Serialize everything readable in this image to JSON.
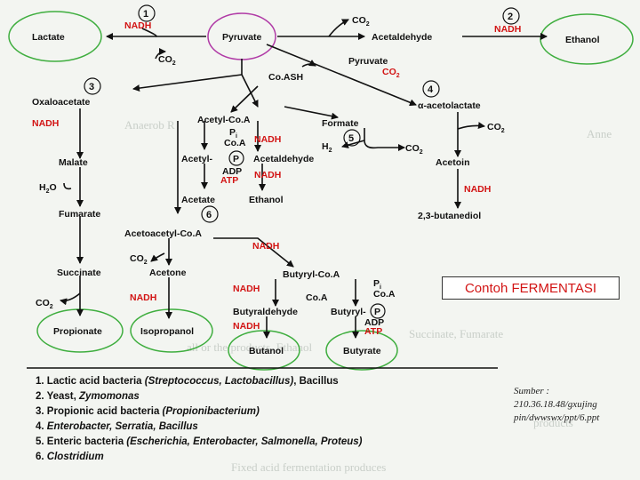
{
  "caption": "Contoh FERMENTASI",
  "source": {
    "line1": "Sumber :",
    "line2": "210.36.18.48/gxujing",
    "line3": "pin/dwwswx/ppt/6.ppt"
  },
  "compounds": {
    "lactate": "Lactate",
    "pyruvate": "Pyruvate",
    "acetaldehyde": "Acetaldehyde",
    "ethanol_top": "Ethanol",
    "coash": "Co.ASH",
    "oxaloacetate": "Oxaloacetate",
    "acetyl_coa": "Acetyl-Co.A",
    "formate": "Formate",
    "acetolactate": "α-acetolactate",
    "malate": "Malate",
    "acetyl_p": "Acetyl-",
    "acetaldehyde2": "Acetaldehyde",
    "acetoin": "Acetoin",
    "fumarate": "Fumarate",
    "acetate": "Acetate",
    "ethanol_mid": "Ethanol",
    "butanediol": "2,3-butanediol",
    "acetoacetyl": "Acetoacetyl-Co.A",
    "succinate": "Succinate",
    "acetone": "Acetone",
    "butyryl_coa": "Butyryl-Co.A",
    "coa": "Co.A",
    "butyraldehyde": "Butyraldehyde",
    "butyryl_p": "Butyryl-",
    "propionate": "Propionate",
    "isopropanol": "Isopropanol",
    "butanol": "Butanol",
    "butyrate": "Butyrate",
    "pyruvate2": "Pyruvate"
  },
  "cofactors": {
    "nadh": "NADH",
    "co2": "CO",
    "co2_sub": "2",
    "h2": "H",
    "h2_sub": "2",
    "h2o": "H",
    "h2o_sub": "2",
    "h2o_o": "O",
    "pi": "P",
    "pi_sub": "i",
    "coa": "Co.A",
    "adp": "ADP",
    "atp": "ATP",
    "p": "P"
  },
  "steps": [
    "1",
    "2",
    "3",
    "4",
    "5",
    "6"
  ],
  "legend": [
    {
      "num": "1.",
      "text": "Lactic acid bacteria ",
      "italic": "(Streptococcus, Lactobacillus)",
      "tail": ", Bacillus"
    },
    {
      "num": "2.",
      "text": "Yeast, ",
      "italic": "Zymomonas",
      "tail": ""
    },
    {
      "num": "3.",
      "text": "Propionic acid bacteria ",
      "italic": "(Propionibacterium)",
      "tail": ""
    },
    {
      "num": "4.",
      "text": "",
      "italic": "Enterobacter, Serratia, Bacillus",
      "tail": ""
    },
    {
      "num": "5.",
      "text": "Enteric bacteria ",
      "italic": "(Escherichia, Enterobacter, Salmonella, Proteus)",
      "tail": ""
    },
    {
      "num": "6.",
      "text": "",
      "italic": "Clostridium",
      "tail": ""
    }
  ],
  "colors": {
    "arrow": "#111111",
    "red_text": "#d21414",
    "product_circle": "#3fae3f",
    "pyruvate_circle": "#b03aa6",
    "background": "#f3f5f1"
  }
}
